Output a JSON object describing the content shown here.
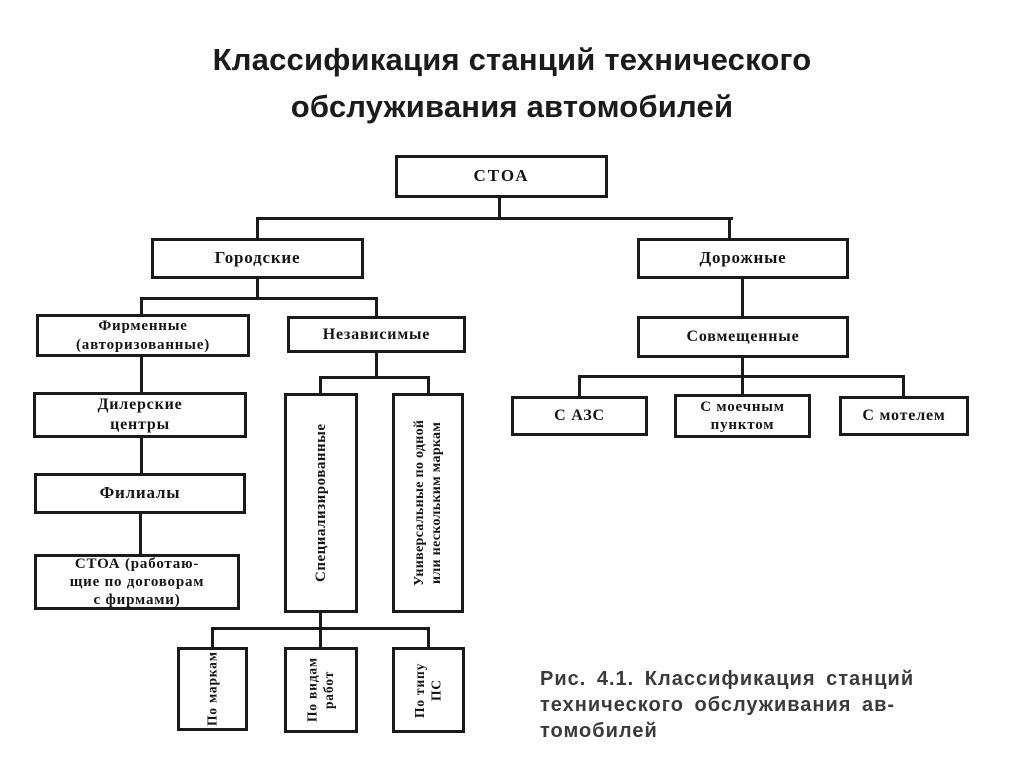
{
  "slide": {
    "title": "Классификация станций технического\nобслуживания автомобилей"
  },
  "diagram": {
    "nodes": {
      "stoa": "СТОА",
      "gorodskie": "Городские",
      "dorozhnye": "Дорожные",
      "firmennye": "Фирменные\n(авторизованные)",
      "nezavisimye": "Независимые",
      "dilerskie": "Дилерские\nцентры",
      "filialy": "Филиалы",
      "stoa_dogovor": "СТОА (работаю-\nщие по договорам\nс фирмами)",
      "spec": "Специализированные",
      "universal": "Универсальные по одной\nили нескольким маркам",
      "sovmeshchennye": "Совмещенные",
      "azs": "С АЗС",
      "moechny": "С моечным\nпунктом",
      "motel": "С мотелем",
      "po_markam": "По маркам",
      "po_vidam": "По видам\nработ",
      "po_tipu": "По типу\nПС"
    },
    "caption": "Рис. 4.1. Классификация станций\nтехнического обслуживания ав-\nтомобилей"
  }
}
